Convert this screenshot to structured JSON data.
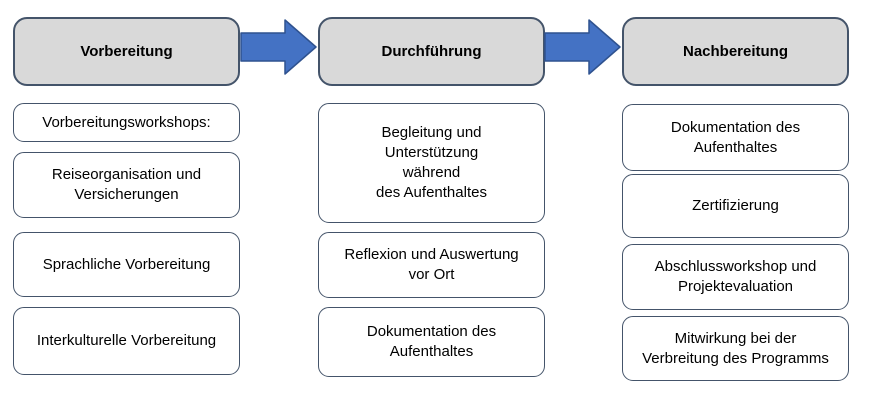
{
  "colors": {
    "background": "#ffffff",
    "header_fill": "#d9d9d9",
    "header_border": "#44546a",
    "box_fill": "#ffffff",
    "box_border": "#44546a",
    "arrow_fill": "#4472c4",
    "arrow_border": "#2f528f",
    "text_color": "#000000"
  },
  "columns": [
    {
      "header": "Vorbereitung",
      "items": [
        "Vorbereitungsworkshops:",
        "Reiseorganisation und\nVersicherungen",
        "Sprachliche Vorbereitung",
        "Interkulturelle Vorbereitung"
      ]
    },
    {
      "header": "Durchführung",
      "items": [
        "Begleitung und\nUnterstützung\nwährend\ndes Aufenthaltes",
        "Reflexion und Auswertung\nvor Ort",
        "Dokumentation des\nAufenthaltes"
      ]
    },
    {
      "header": "Nachbereitung",
      "items": [
        "Dokumentation des\nAufenthaltes",
        "Zertifizierung",
        "Abschlussworkshop und\nProjektevaluation",
        "Mitwirkung bei der\nVerbreitung des Programms"
      ]
    }
  ]
}
